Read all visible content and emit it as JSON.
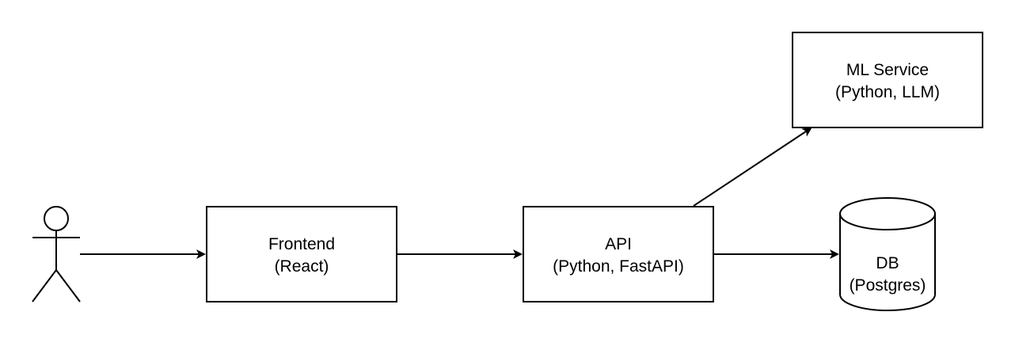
{
  "nodes": {
    "frontend": {
      "line1": "Frontend",
      "line2": "(React)"
    },
    "api": {
      "line1": "API",
      "line2": "(Python, FastAPI)"
    },
    "ml_service": {
      "line1": "ML Service",
      "line2": "(Python, LLM)"
    },
    "db": {
      "line1": "DB",
      "line2": "(Postgres)"
    }
  },
  "colors": {
    "stroke": "#000000",
    "fill": "#ffffff",
    "text": "#000000"
  }
}
